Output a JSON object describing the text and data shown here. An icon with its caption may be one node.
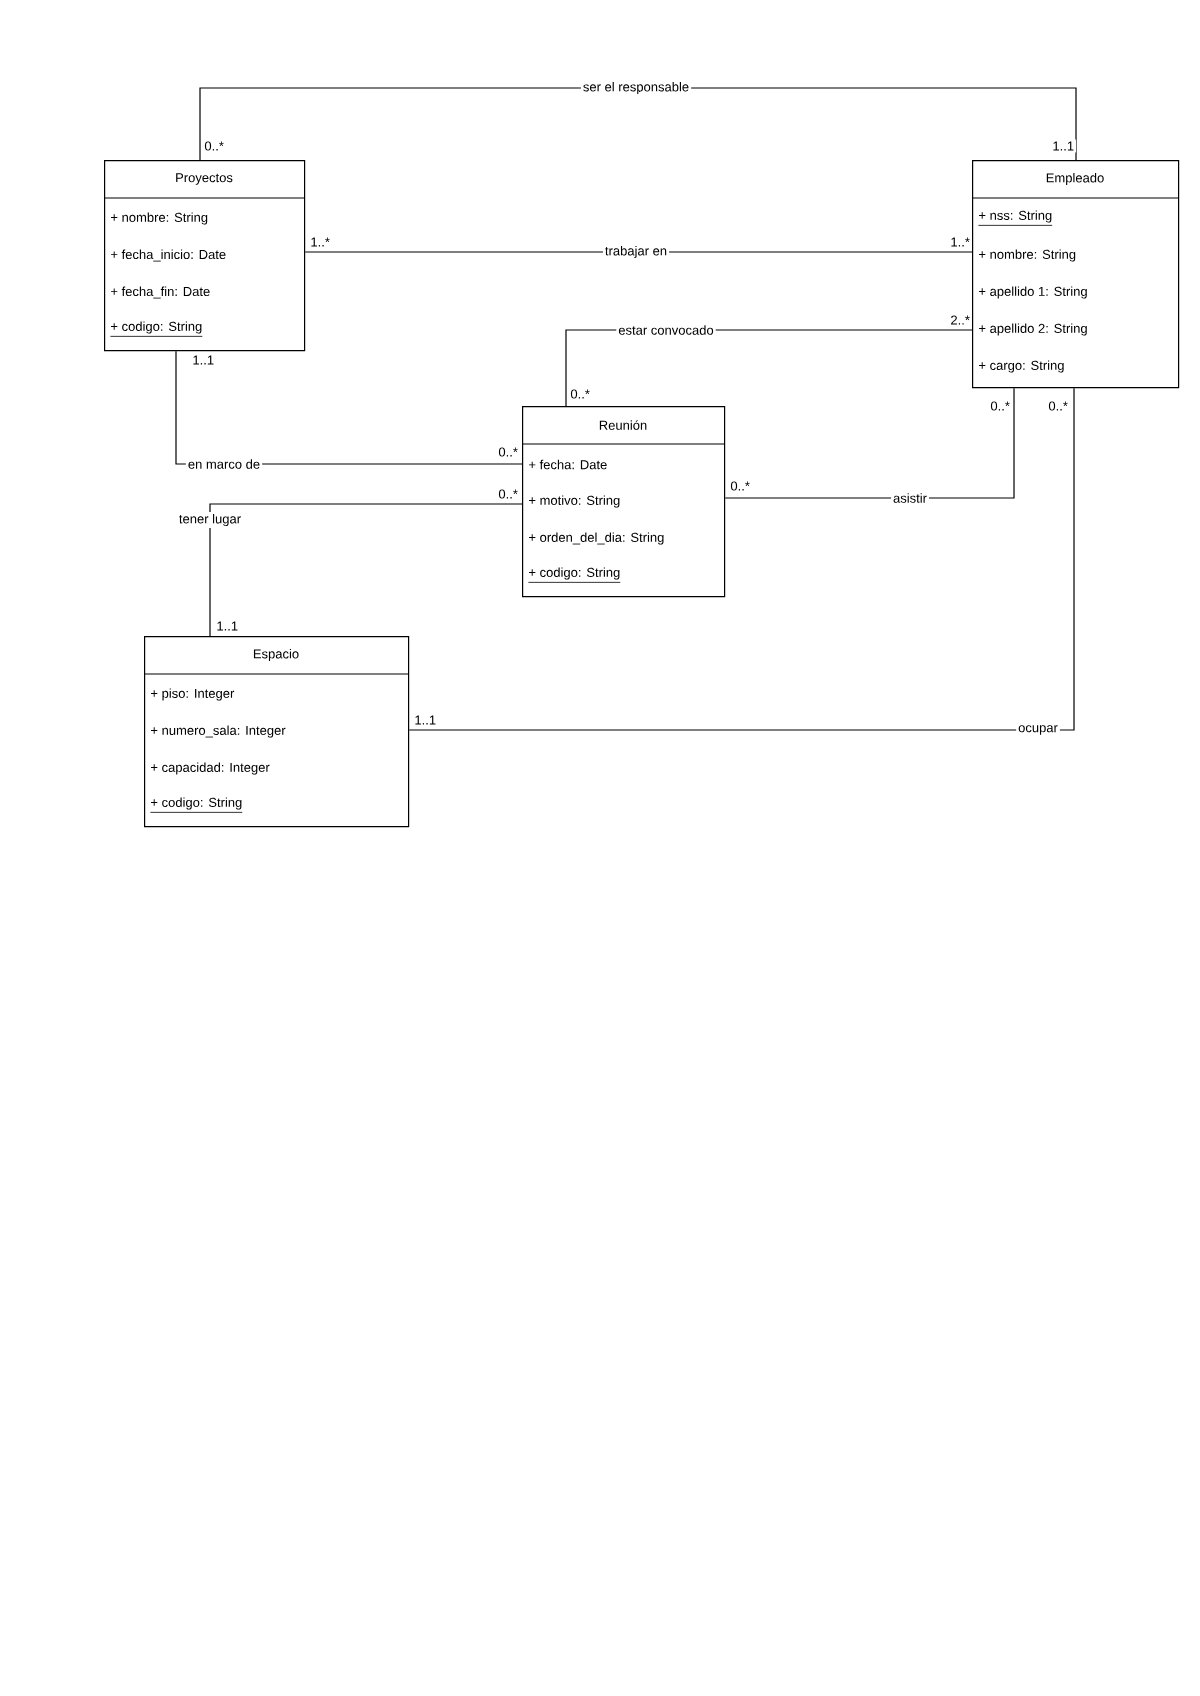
{
  "diagram": {
    "nodes": [
      {
        "text": [
          "Proyectos",
          "+ nombre: String",
          "+ fecha_inicio: Date",
          "+ fecha_fin: Date",
          "+ codigo: String"
        ]
      },
      {
        "text": [
          "Empleado",
          "+ nss: String",
          "+ nombre: String",
          "+ apellido 1: String",
          "+ apellido 2: String",
          "+ cargo: String"
        ]
      },
      {
        "text": [
          "Reunión",
          "+ fecha: Date",
          "+ motivo: String",
          "+ orden_del_dia: String",
          "+ codigo: String"
        ]
      },
      {
        "text": [
          "Espacio",
          "+ piso: Integer",
          "+ numero_sala: Integer",
          "+ capacidad: Integer",
          "+ codigo: String"
        ]
      }
    ],
    "edges": [
      {
        "from": 0,
        "to": 1,
        "arrow": "none",
        "label": "ser el responsable"
      },
      {
        "from": 0,
        "to": 1,
        "arrow": "none",
        "label": "trabajar en"
      },
      {
        "from": 2,
        "to": 1,
        "arrow": "none",
        "label": "estar convocado"
      },
      {
        "from": 0,
        "to": 2,
        "arrow": "none",
        "label": "en marco de"
      },
      {
        "from": 2,
        "to": 3,
        "arrow": "none",
        "label": "tener lugar"
      },
      {
        "from": 2,
        "to": 1,
        "arrow": "none",
        "label": "asistir"
      },
      {
        "from": 3,
        "to": 1,
        "arrow": "none",
        "label": "ocupar"
      }
    ],
    "labels": [
      "0..*",
      "1..1",
      "1..*",
      "1..*",
      "2..*",
      "1..1",
      "0..*",
      "0..*",
      "0..*",
      "0..*",
      "0..*",
      "0..*",
      "1..1",
      "1..1"
    ]
  }
}
